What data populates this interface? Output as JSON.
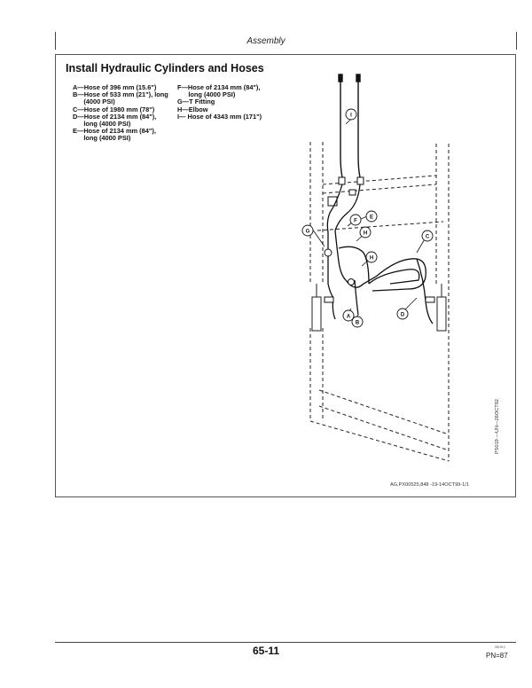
{
  "header": {
    "section": "Assembly"
  },
  "panel": {
    "title": "Install Hydraulic Cylinders and Hoses",
    "legend_left": [
      "A—Hose of 396 mm (15.6\")",
      "B—Hose of 533 mm (21\"), long",
      "      (4000 PSI)",
      "C—Hose of 1980 mm (78\")",
      "D—Hose of 2134 mm (84\"),",
      "      long (4000 PSI)",
      "E—Hose of 2134 mm (84\"),",
      "      long (4000 PSI)"
    ],
    "legend_right": [
      "F—Hose of 2134 mm (84\"),",
      "      long (4000 PSI)",
      "G—T Fitting",
      "H—Elbow",
      "I— Hose of 4343 mm (171\")"
    ],
    "figure_callouts": [
      "A",
      "B",
      "C",
      "D",
      "E",
      "F",
      "G",
      "H",
      "I"
    ],
    "figure_vertical_ref": "PS019 —UN—26OCT92",
    "figure_ref": "AG,PX00525,848  -19-14OCT99-1/1"
  },
  "footer": {
    "page_number": "65-11",
    "tiny_code": "081913",
    "pn": "PN=87"
  }
}
